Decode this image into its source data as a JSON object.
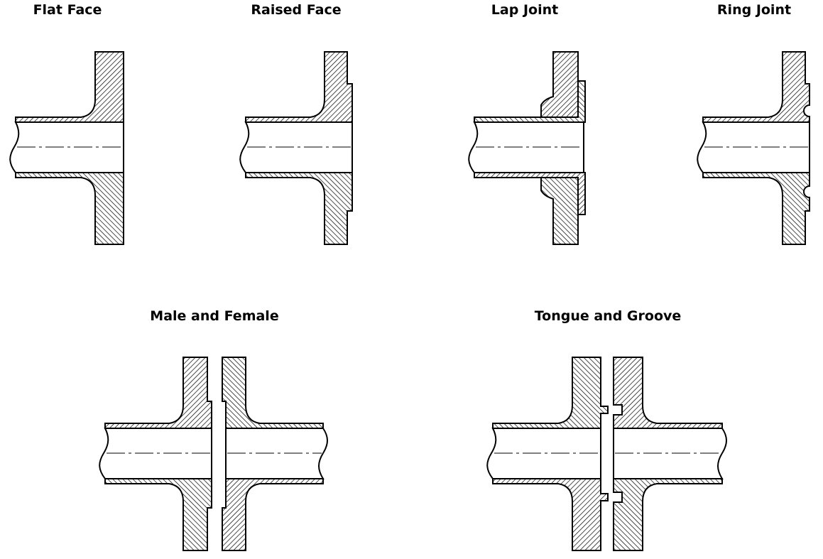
{
  "figure": {
    "labels": {
      "flat_face": "Flat Face",
      "raised_face": "Raised Face",
      "lap_joint": "Lap Joint",
      "ring_joint": "Ring Joint",
      "male_and_female": "Male and Female",
      "tongue_and_groove": "Tongue and Groove"
    },
    "colors": {
      "ink": "#000000",
      "paper": "#ffffff"
    },
    "icons": {
      "section_hatch": "diagonal-hatch"
    }
  }
}
